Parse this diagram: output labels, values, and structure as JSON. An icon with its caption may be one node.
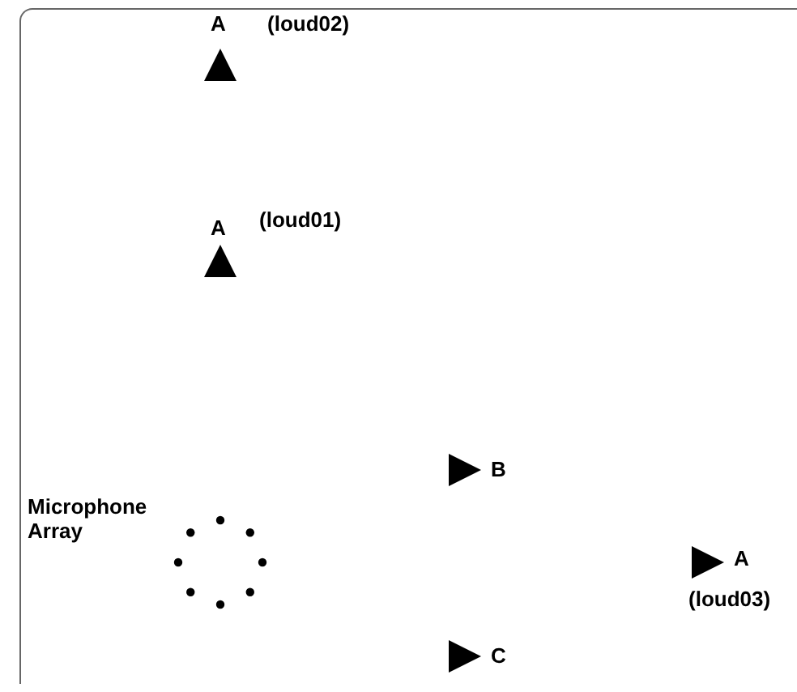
{
  "diagram": {
    "labels": [
      "A",
      "(loud02)",
      "A",
      "(loud01)",
      "B",
      "Microphone Array",
      "A",
      "(loud03)",
      "C"
    ]
  }
}
